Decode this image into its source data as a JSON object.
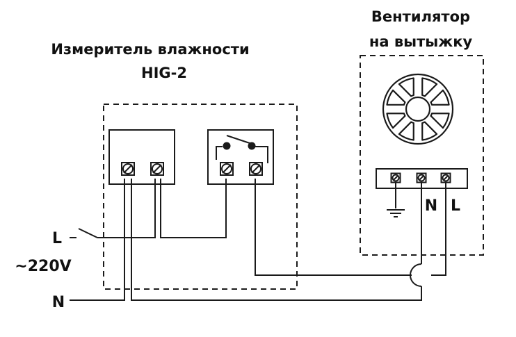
{
  "humidity_meter": {
    "title": "Измеритель влажности",
    "model": "HIG-2"
  },
  "fan": {
    "title_line1": "Вентилятор",
    "title_line2": "на вытыжку",
    "terminal_labels": [
      "N",
      "L"
    ]
  },
  "supply": {
    "line_label": "L",
    "voltage_label": "~220V",
    "neutral_label": "N"
  },
  "icons": {
    "fan": "fan-icon",
    "relay": "relay-switch-icon",
    "ground": "ground-icon",
    "screw_terminal": "screw-terminal-icon",
    "mains_switch": "switch-icon"
  },
  "colors": {
    "ink": "#1a1a1a",
    "background": "#ffffff"
  }
}
